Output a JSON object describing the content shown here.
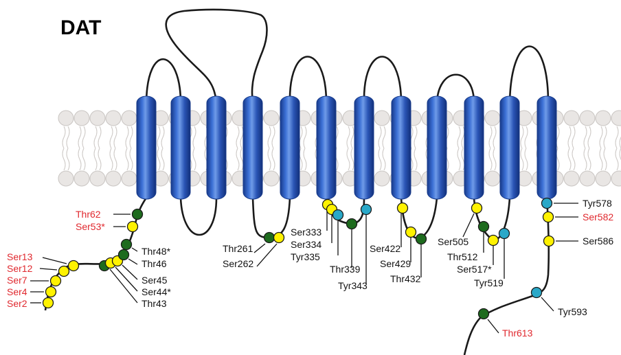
{
  "title": "DAT",
  "colors": {
    "helix": "#2f5dbf",
    "helix_dark": "#173a8a",
    "ser_yellow": "#fff200",
    "thr_green": "#1e6b1e",
    "tyr_cyan": "#2aa8c8",
    "label_red": "#e0282e",
    "label_black": "#111111"
  },
  "legend_note": "",
  "residues": [
    {
      "id": "ser2",
      "name": "Ser2",
      "type": "ser",
      "highlight": true
    },
    {
      "id": "ser4",
      "name": "Ser4",
      "type": "ser",
      "highlight": true
    },
    {
      "id": "ser7",
      "name": "Ser7",
      "type": "ser",
      "highlight": true
    },
    {
      "id": "ser12",
      "name": "Ser12",
      "type": "ser",
      "highlight": true
    },
    {
      "id": "ser13",
      "name": "Ser13",
      "type": "ser",
      "highlight": true
    },
    {
      "id": "thr43",
      "name": "Thr43",
      "type": "thr",
      "highlight": false
    },
    {
      "id": "ser44",
      "name": "Ser44*",
      "type": "ser",
      "highlight": false
    },
    {
      "id": "ser45",
      "name": "Ser45",
      "type": "ser",
      "highlight": false
    },
    {
      "id": "thr46",
      "name": "Thr46",
      "type": "thr",
      "highlight": false
    },
    {
      "id": "thr48",
      "name": "Thr48*",
      "type": "thr",
      "highlight": false
    },
    {
      "id": "ser53",
      "name": "Ser53*",
      "type": "ser",
      "highlight": true
    },
    {
      "id": "thr62",
      "name": "Thr62",
      "type": "thr",
      "highlight": true
    },
    {
      "id": "thr261",
      "name": "Thr261",
      "type": "thr",
      "highlight": false
    },
    {
      "id": "ser262",
      "name": "Ser262",
      "type": "ser",
      "highlight": false
    },
    {
      "id": "ser333",
      "name": "Ser333",
      "type": "ser",
      "highlight": false
    },
    {
      "id": "ser334",
      "name": "Ser334",
      "type": "ser",
      "highlight": false
    },
    {
      "id": "tyr335",
      "name": "Tyr335",
      "type": "tyr",
      "highlight": false
    },
    {
      "id": "thr339",
      "name": "Thr339",
      "type": "thr",
      "highlight": false
    },
    {
      "id": "tyr343",
      "name": "Tyr343",
      "type": "tyr",
      "highlight": false
    },
    {
      "id": "ser422",
      "name": "Ser422",
      "type": "ser",
      "highlight": false
    },
    {
      "id": "ser429",
      "name": "Ser429",
      "type": "ser",
      "highlight": false
    },
    {
      "id": "thr432",
      "name": "Thr432",
      "type": "thr",
      "highlight": false
    },
    {
      "id": "ser505",
      "name": "Ser505",
      "type": "ser",
      "highlight": false
    },
    {
      "id": "thr512",
      "name": "Thr512",
      "type": "thr",
      "highlight": false
    },
    {
      "id": "ser517",
      "name": "Ser517*",
      "type": "ser",
      "highlight": false
    },
    {
      "id": "tyr519",
      "name": "Tyr519",
      "type": "tyr",
      "highlight": false
    },
    {
      "id": "tyr578",
      "name": "Tyr578",
      "type": "tyr",
      "highlight": false
    },
    {
      "id": "ser582",
      "name": "Ser582",
      "type": "ser",
      "highlight": true
    },
    {
      "id": "ser586",
      "name": "Ser586",
      "type": "ser",
      "highlight": false
    },
    {
      "id": "tyr593",
      "name": "Tyr593",
      "type": "tyr",
      "highlight": false
    },
    {
      "id": "thr613",
      "name": "Thr613",
      "type": "thr",
      "highlight": true
    }
  ]
}
